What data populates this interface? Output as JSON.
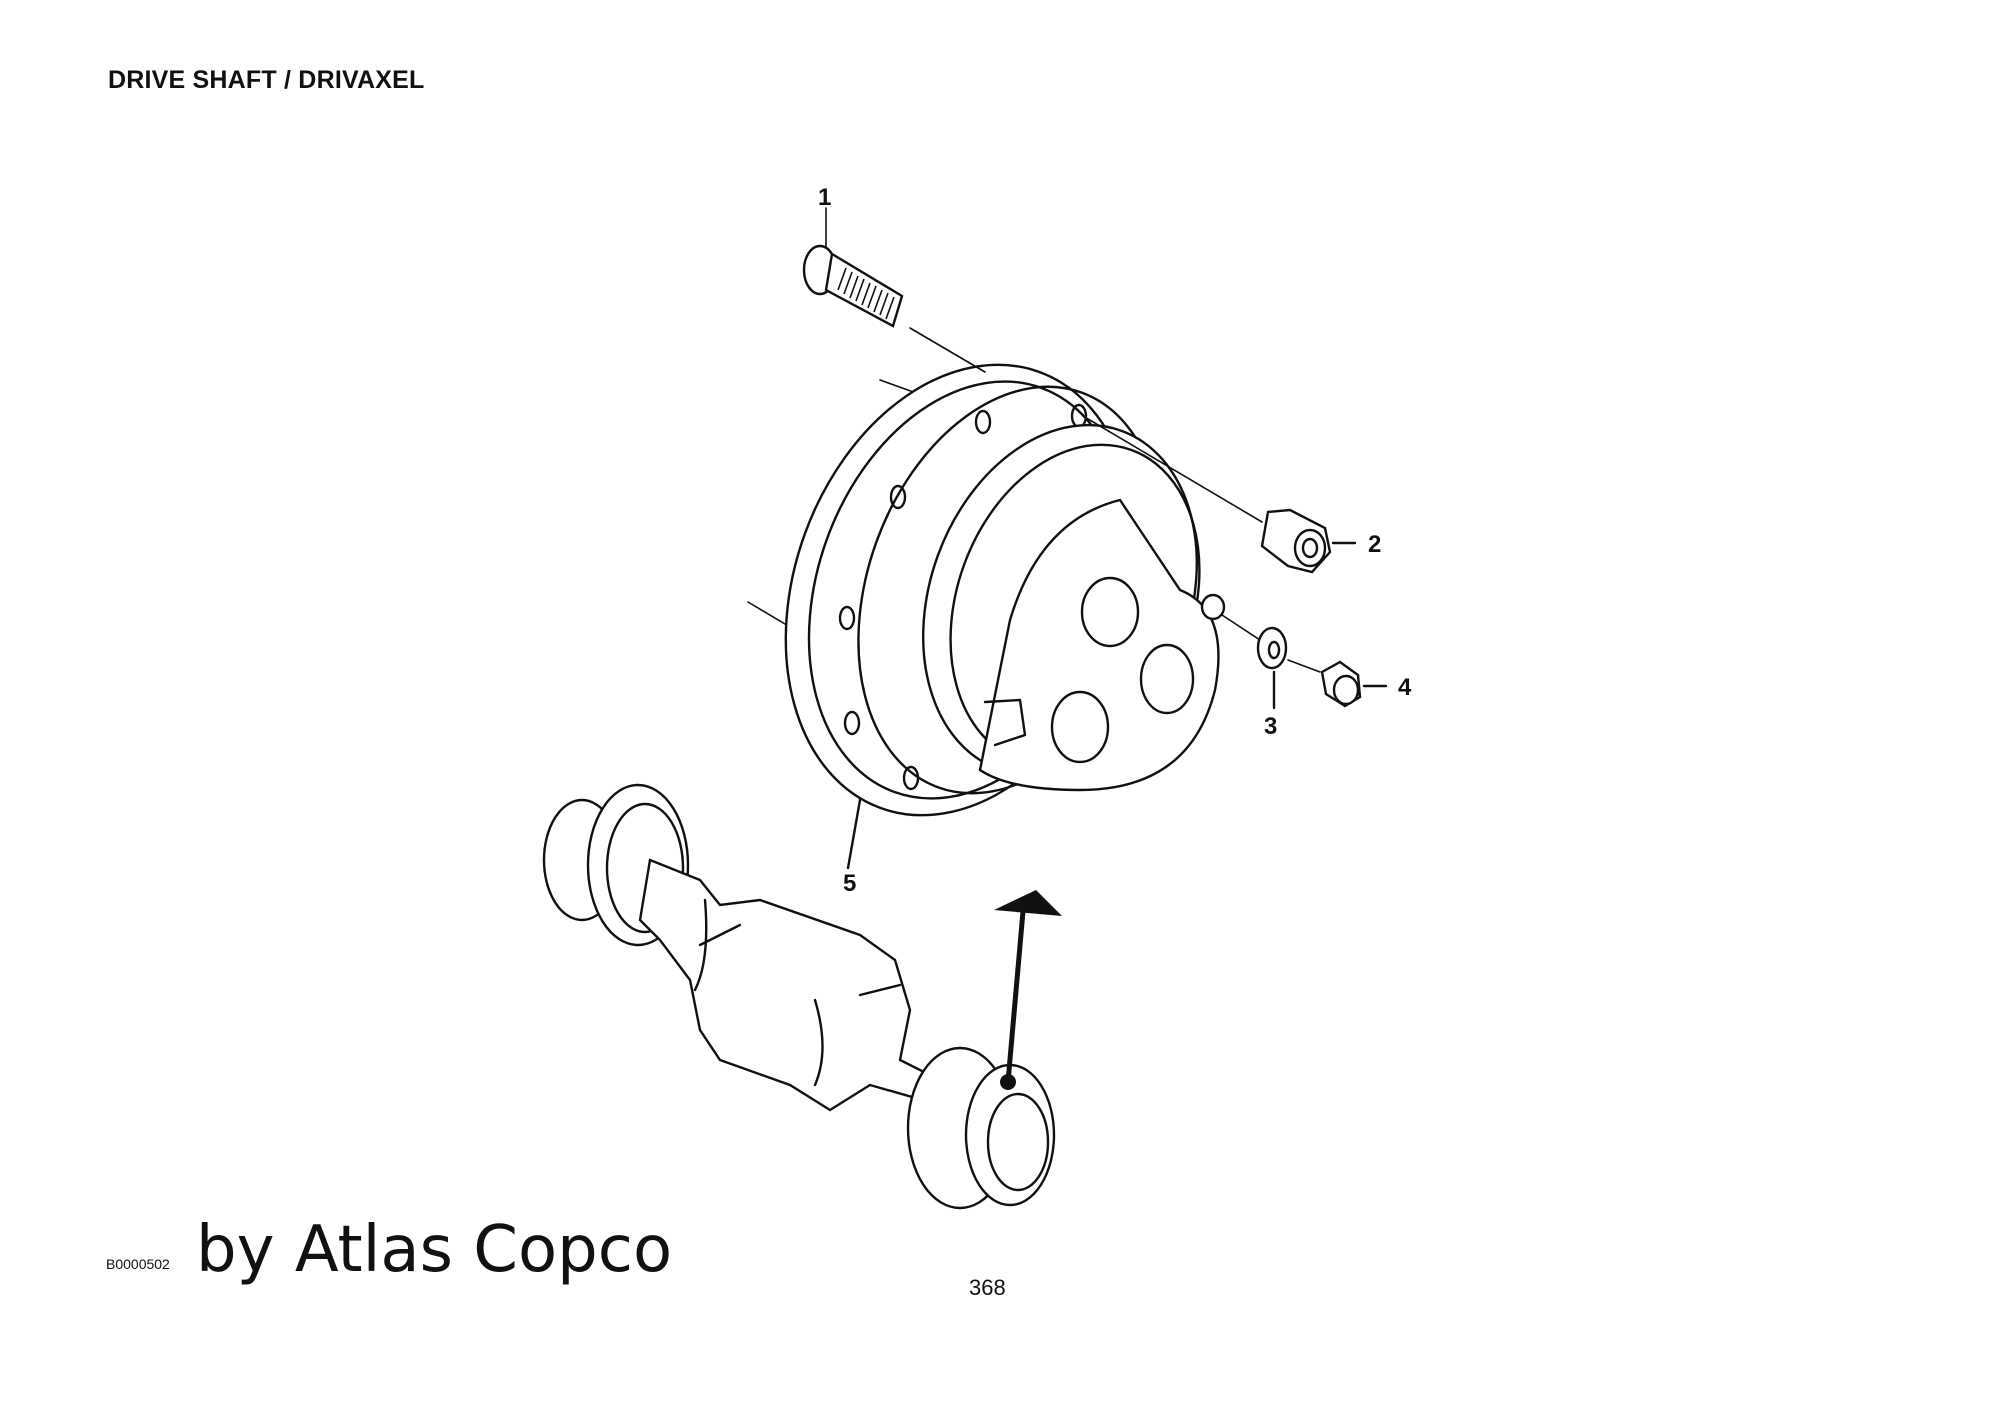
{
  "header": {
    "title": "DRIVE SHAFT / DRIVAXEL"
  },
  "callouts": [
    "1",
    "2",
    "3",
    "4",
    "5"
  ],
  "footer": {
    "drawing_code": "B0000502",
    "watermark": "by Atlas Copco",
    "page_number": "368"
  }
}
